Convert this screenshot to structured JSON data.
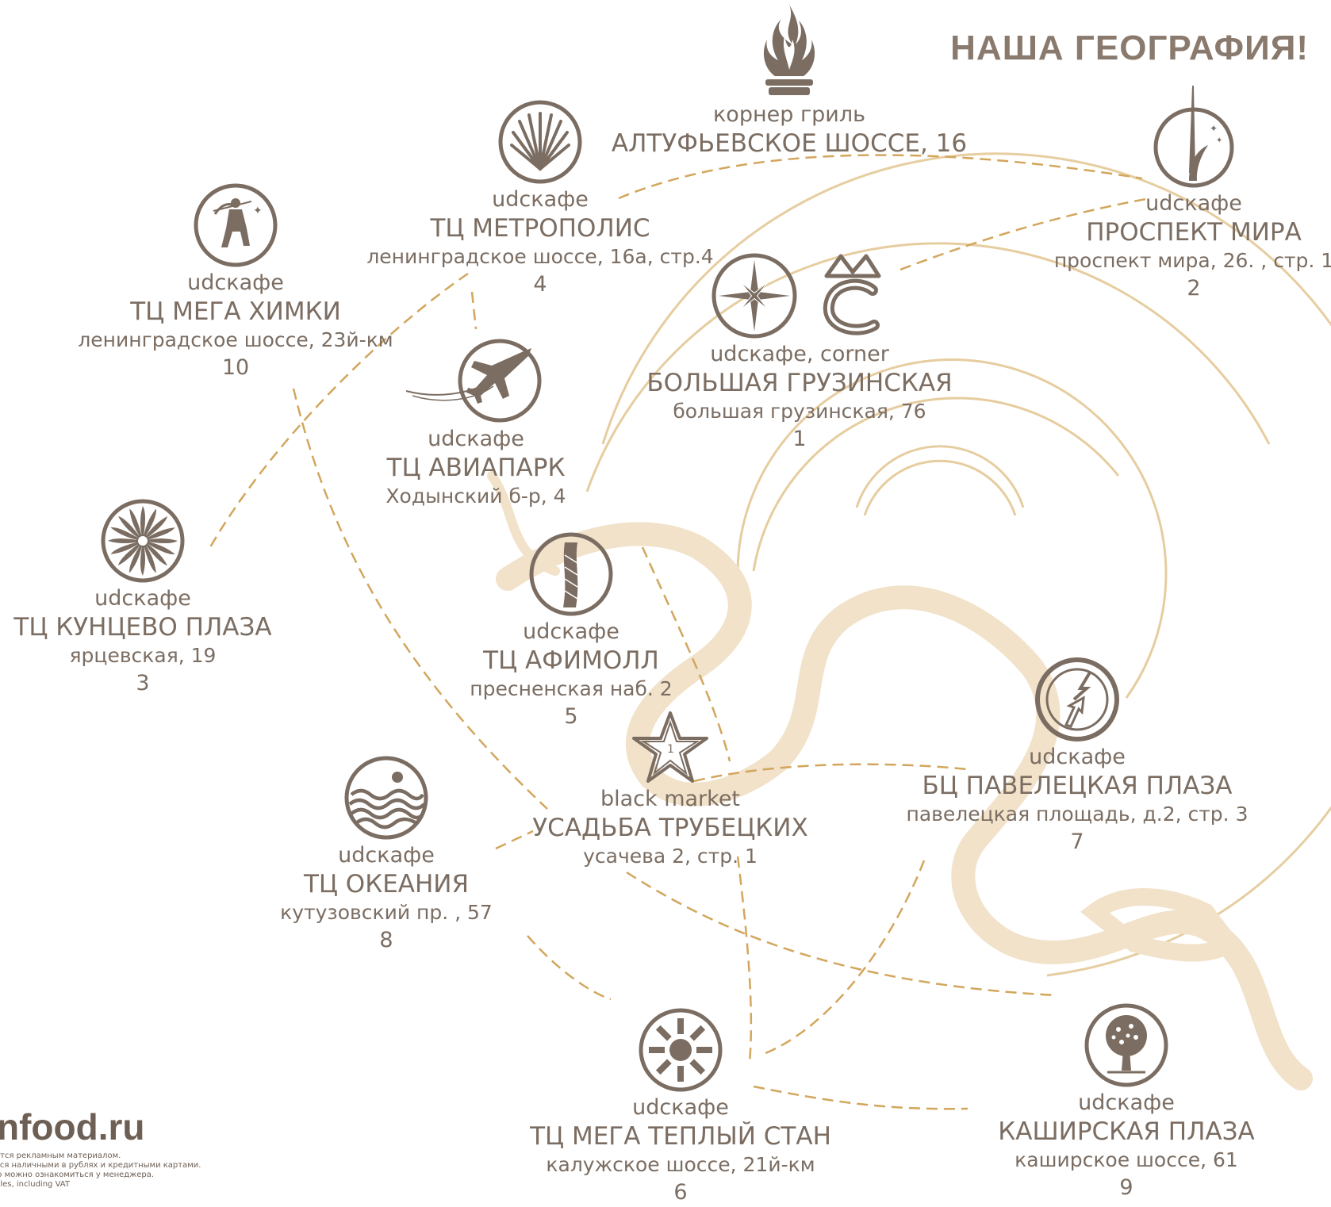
{
  "page_title": "НАША ГЕОГРАФИЯ!",
  "colors": {
    "text": "#7b6d62",
    "title": "#8a7a6d",
    "route_dash": "#d2a65c",
    "rings": "#e2c590",
    "river": "#f1e2c9"
  },
  "locations": [
    {
      "id": "1",
      "type": "udcкафе, corner",
      "name": "БОЛЬШАЯ ГРУЗИНСКАЯ",
      "address": "большая грузинская, 76",
      "number": "1",
      "icon": "compass-rose-icon"
    },
    {
      "id": "2",
      "type": "udcкафе",
      "name": "ПРОСПЕКТ МИРА",
      "address": "проспект мира, 26. , стр. 1",
      "number": "2",
      "icon": "space-monument-icon"
    },
    {
      "id": "3",
      "type": "udcкафе",
      "name": "ТЦ КУНЦЕВО ПЛАЗА",
      "address": "ярцевская, 19",
      "number": "3",
      "icon": "turbine-icon"
    },
    {
      "id": "4",
      "type": "udcкафе",
      "name": "ТЦ МЕТРОПОЛИС",
      "address": "ленинградское шоссе, 16а, стр.4",
      "number": "4",
      "icon": "shell-icon"
    },
    {
      "id": "5",
      "type": "udcкафе",
      "name": "ТЦ АФИМОЛЛ",
      "address": "пресненская наб. 2",
      "number": "5",
      "icon": "tower-icon"
    },
    {
      "id": "6",
      "type": "udcкафе",
      "name": "ТЦ МЕГА ТЕПЛЫЙ СТАН",
      "address": "калужское шоссе, 21й-км",
      "number": "6",
      "icon": "sun-icon"
    },
    {
      "id": "7",
      "type": "udcкафе",
      "name": "БЦ ПАВЕЛЕЦКАЯ ПЛАЗА",
      "address": "павелецкая площадь, д.2, стр. 3",
      "number": "7",
      "icon": "arrows-icon"
    },
    {
      "id": "8",
      "type": "udcкафе",
      "name": "ТЦ ОКЕАНИЯ",
      "address": "кутузовский пр. , 57",
      "number": "8",
      "icon": "waves-icon"
    },
    {
      "id": "9",
      "type": "udcкафе",
      "name": "КАШИРСКАЯ ПЛАЗА",
      "address": "каширское шоссе, 61",
      "number": "9",
      "icon": "tree-icon"
    },
    {
      "id": "10",
      "type": "udcкафе",
      "name": "ТЦ МЕГА ХИМКИ",
      "address": "ленинградское шоссе, 23й-км",
      "number": "10",
      "icon": "archer-icon"
    },
    {
      "id": "avia",
      "type": "udcкафе",
      "name": "ТЦ АВИАПАРК",
      "address": "Ходынский б-р, 4",
      "number": "",
      "icon": "airplane-icon"
    },
    {
      "id": "altuf",
      "type": "корнер гриль",
      "name": "АЛТУФЬЕВСКОЕ ШОССЕ, 16",
      "address": "",
      "number": "",
      "icon": "flame-icon"
    },
    {
      "id": "usadba",
      "type": "black market",
      "name": "УСАДЬБА ТРУБЕЦКИХ",
      "address": "усачева 2, стр. 1",
      "number": "",
      "icon": "star-icon"
    }
  ],
  "corner_logo": {
    "icon": "crown-c-icon"
  },
  "footer": {
    "brand": "nfood.ru",
    "disclaimer_lines": [
      "ется рекламным материалом.",
      "тся  наличными в рублях и кредитными картами.",
      "ю можно ознакомиться у менеджера.",
      "bles, including VAT"
    ]
  }
}
